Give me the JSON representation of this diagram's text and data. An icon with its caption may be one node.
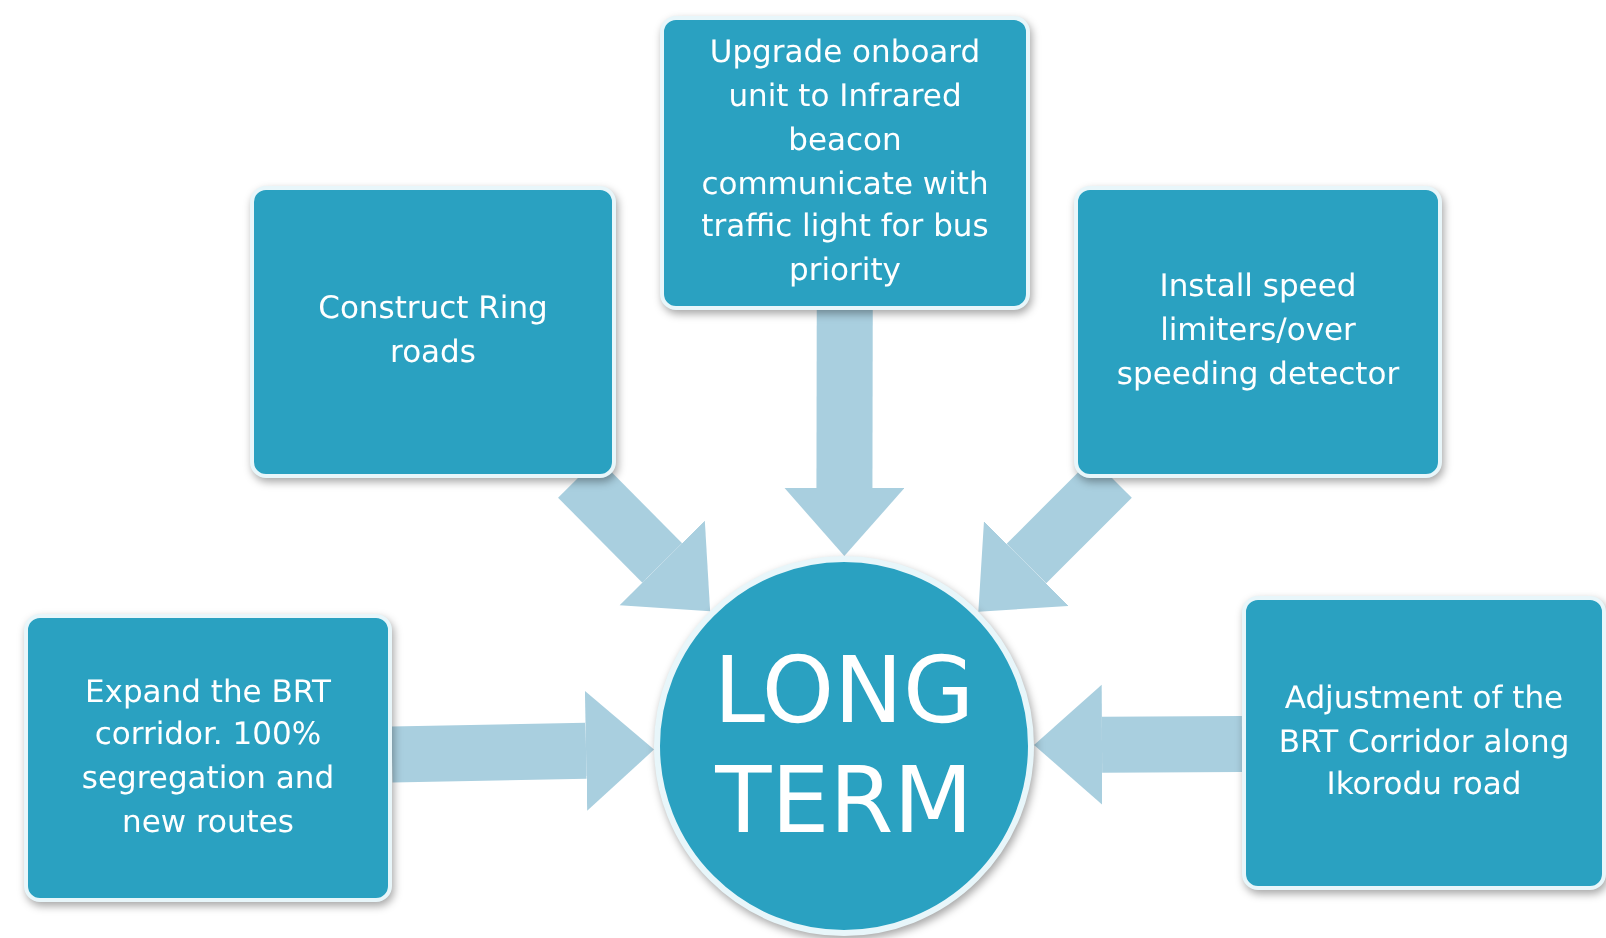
{
  "diagram": {
    "nodes": [
      {
        "text": [
          "LONG TERM"
        ]
      },
      {
        "text": [
          "Construct Ring roads"
        ]
      },
      {
        "text": [
          "Upgrade onboard unit to Infrared beacon communicate with traffic light for bus priority"
        ]
      },
      {
        "text": [
          "Install speed limiters/over speeding detector"
        ]
      },
      {
        "text": [
          "Expand the BRT corridor. 100% segregation and new routes"
        ]
      },
      {
        "text": [
          "Adjustment of the BRT Corridor along Ikorodu road"
        ]
      }
    ],
    "edges": [
      {
        "from": 1,
        "to": 0,
        "arrow": "to"
      },
      {
        "from": 2,
        "to": 0,
        "arrow": "to"
      },
      {
        "from": 3,
        "to": 0,
        "arrow": "to"
      },
      {
        "from": 4,
        "to": 0,
        "arrow": "to"
      },
      {
        "from": 5,
        "to": 0,
        "arrow": "to"
      }
    ]
  }
}
